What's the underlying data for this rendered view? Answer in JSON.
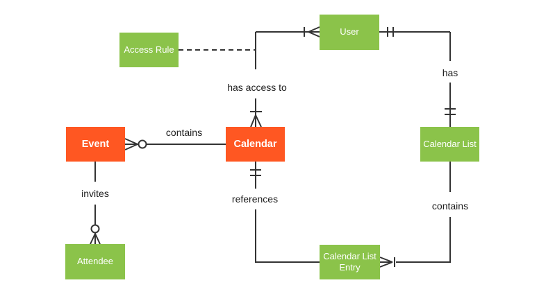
{
  "diagram": {
    "type": "entity-relationship-diagram",
    "background": "#ffffff",
    "colors": {
      "entity_green": "#8bc34a",
      "entity_orange": "#ff5722",
      "line": "#333333",
      "label_text": "#1c1c1c",
      "entity_text": "#ffffff"
    },
    "entities": {
      "user": {
        "label": "User",
        "color": "green"
      },
      "access_rule": {
        "label": "Access Rule",
        "color": "green"
      },
      "event": {
        "label": "Event",
        "color": "orange"
      },
      "calendar": {
        "label": "Calendar",
        "color": "orange"
      },
      "calendar_list": {
        "label": "Calendar List",
        "color": "green"
      },
      "attendee": {
        "label": "Attendee",
        "color": "green"
      },
      "calendar_list_entry": {
        "label": "Calendar List Entry",
        "color": "green"
      }
    },
    "relationships": {
      "has_access_to": {
        "label": "has access to",
        "from": "Calendar",
        "to": "User",
        "from_cardinality": "one-or-many",
        "to_cardinality": "one-or-many"
      },
      "has": {
        "label": "has",
        "from": "User",
        "to": "Calendar List",
        "from_cardinality": "exactly-one",
        "to_cardinality": "exactly-one"
      },
      "contains_calendar": {
        "label": "contains",
        "from": "Event",
        "to": "Calendar",
        "from_cardinality": "zero-or-many",
        "to_cardinality": "plain"
      },
      "invites": {
        "label": "invites",
        "from": "Event",
        "to": "Attendee",
        "from_cardinality": "plain",
        "to_cardinality": "zero-or-many"
      },
      "references": {
        "label": "references",
        "from": "Calendar",
        "to": "Calendar List Entry",
        "from_cardinality": "exactly-one",
        "to_cardinality": "plain"
      },
      "contains_entry": {
        "label": "contains",
        "from": "Calendar List",
        "to": "Calendar List Entry",
        "from_cardinality": "plain",
        "to_cardinality": "one-or-many"
      },
      "access_rule_link": {
        "label": "",
        "from": "Access Rule",
        "to": "has_access_to connector",
        "style": "dashed"
      }
    }
  }
}
